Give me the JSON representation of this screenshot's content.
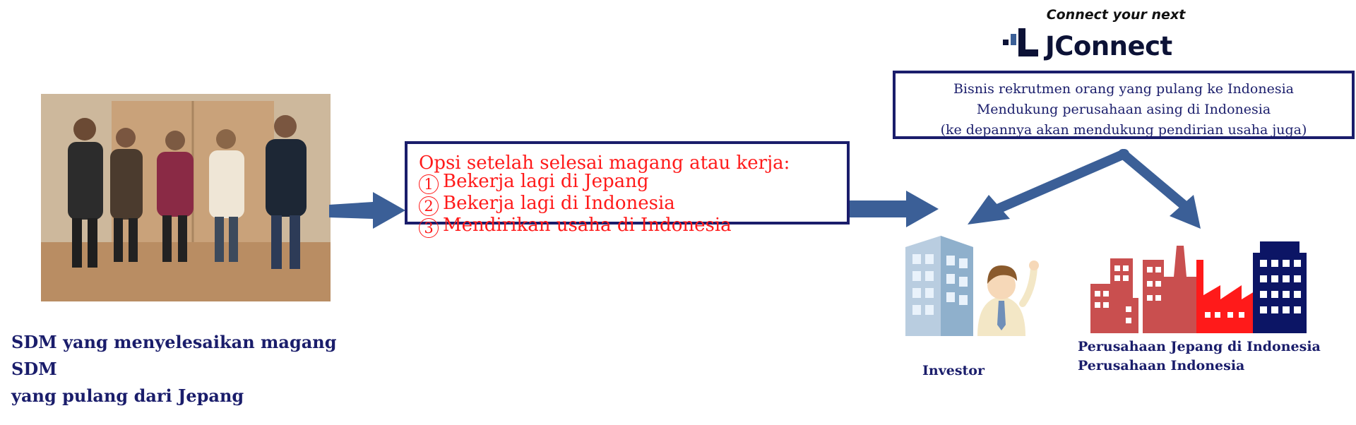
{
  "photo": {
    "alt": "Lima orang berdiri berjajar di dalam ruangan"
  },
  "caption_left": {
    "line1": "SDM yang menyelesaikan magang SDM",
    "line2": "yang pulang dari Jepang"
  },
  "options": {
    "title": "Opsi setelah selesai magang atau kerja:",
    "items": [
      {
        "num": "1",
        "text": "Bekerja lagi di Jepang"
      },
      {
        "num": "2",
        "text": "Bekerja lagi di Indonesia"
      },
      {
        "num": "3",
        "text": "Mendirikan usaha di Indonesia"
      }
    ]
  },
  "brand": {
    "tagline": "Connect your next",
    "name": "JConnect"
  },
  "info": {
    "line1": "Bisnis rekrutmen orang yang pulang ke Indonesia",
    "line2": "Mendukung perusahaan asing di Indonesia",
    "line3": "(ke depannya akan mendukung pendirian usaha juga)"
  },
  "investor": {
    "label": "Investor"
  },
  "companies": {
    "line1": "Perusahaan Jepang di Indonesia",
    "line2": "Perusahaan Indonesia"
  },
  "colors": {
    "navy": "#1a1d6b",
    "arrow": "#3b5f97",
    "red": "#ff1a1a",
    "building_red": "#c94f4f"
  }
}
